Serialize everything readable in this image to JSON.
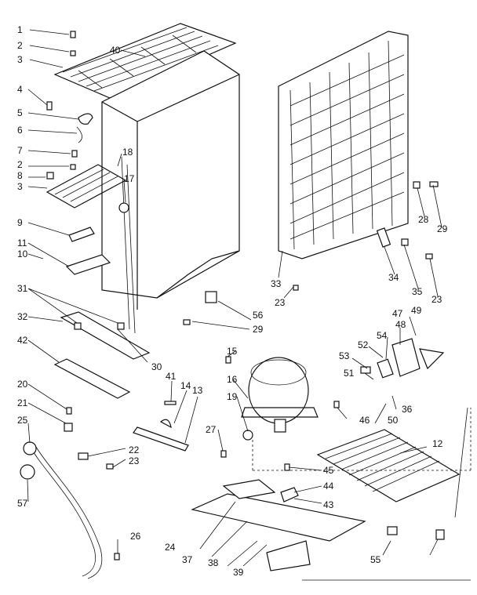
{
  "callouts": [
    "1",
    "2",
    "3",
    "40",
    "4",
    "5",
    "6",
    "7",
    "2",
    "8",
    "3",
    "18",
    "17",
    "9",
    "11",
    "10",
    "31",
    "32",
    "42",
    "20",
    "21",
    "25",
    "57",
    "33",
    "23",
    "56",
    "29",
    "28",
    "29",
    "34",
    "35",
    "23",
    "30",
    "15",
    "16",
    "19",
    "41",
    "14",
    "13",
    "22",
    "23",
    "27",
    "26",
    "24",
    "37",
    "38",
    "39",
    "45",
    "44",
    "43",
    "46",
    "50",
    "51",
    "53",
    "52",
    "54",
    "48",
    "47",
    "49",
    "36",
    "12",
    "55"
  ],
  "icons": {
    "diagram": "refrigerator-machine-compartment-exploded-view"
  }
}
